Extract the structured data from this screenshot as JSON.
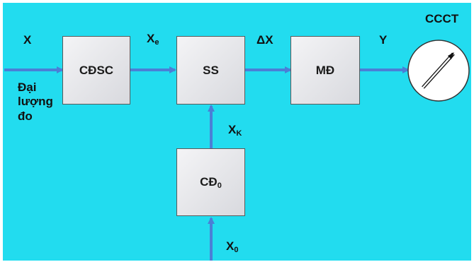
{
  "diagram": {
    "blocks": {
      "cdsc": "CĐSC",
      "ss": "SS",
      "md": "MĐ",
      "cd0_main": "CĐ",
      "cd0_sub": "0"
    },
    "signals": {
      "x_input": "X",
      "xe_main": "X",
      "xe_sub": "e",
      "delta_x": "ΔX",
      "y_output": "Y",
      "xk_main": "X",
      "xk_sub": "K",
      "x0_main": "X",
      "x0_sub": "0"
    },
    "input_caption": [
      "Đại",
      "lượng",
      "đo"
    ],
    "meter_label": "CCCT"
  },
  "colors": {
    "background": "#22dcef",
    "arrow": "#4a7fd6",
    "block_fill": "#e6e7eb"
  }
}
